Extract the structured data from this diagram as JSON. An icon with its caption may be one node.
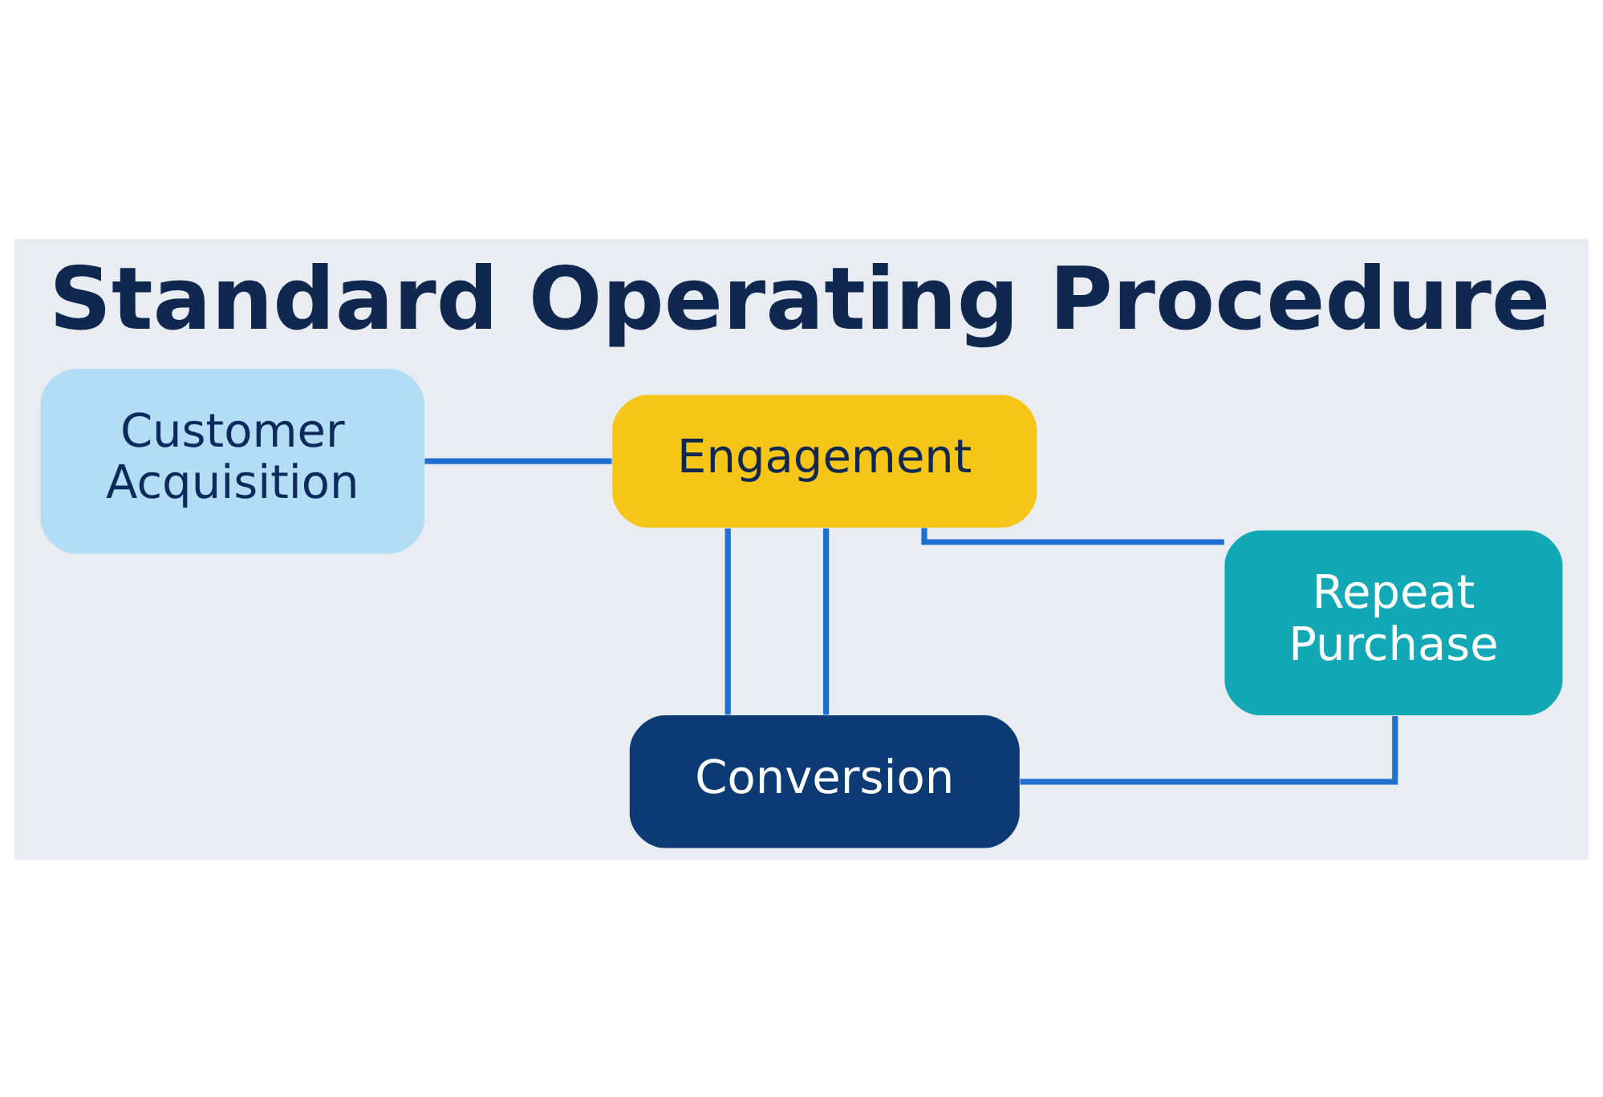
{
  "diagram": {
    "title": "Standard Operating Procedure",
    "nodes": [
      {
        "text": [
          "Customer Acquisition"
        ]
      },
      {
        "text": [
          "Engagement"
        ]
      },
      {
        "text": [
          "Repeat Purchase"
        ]
      },
      {
        "text": [
          "Conversion"
        ]
      }
    ],
    "edges": [
      {
        "from": 0,
        "to": 1,
        "arrow": "none"
      },
      {
        "from": 1,
        "to": 3,
        "arrow": "none"
      },
      {
        "from": 1,
        "to": 2,
        "arrow": "none"
      },
      {
        "from": 1,
        "to": 3,
        "arrow": "none"
      },
      {
        "from": 3,
        "to": 2,
        "arrow": "none"
      }
    ]
  }
}
